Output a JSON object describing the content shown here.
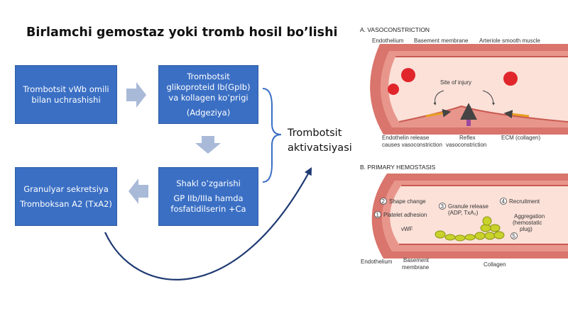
{
  "title": "Birlamchi gemostaz yoki tromb hosil bo’lishi",
  "boxes": {
    "b1": {
      "lines": [
        "Trombotsit vWb omili",
        "bilan uchrashishi"
      ]
    },
    "b2": {
      "lines": [
        "Trombotsit",
        "glikoproteid Ib(GpIb)",
        "va kollagen ko’prigi"
      ],
      "extra": "(Adgeziya)"
    },
    "b3": {
      "lines": [
        "Shakl o’zgarishi"
      ],
      "extra_lines": [
        "GP IIb/IIIa hamda",
        "fosfatidilserin +Ca"
      ]
    },
    "b4": {
      "lines": [
        "Granulyar sekretsiya"
      ],
      "extra": "Tromboksan A2 (TxA2)"
    }
  },
  "activation": [
    "Trombotsit",
    "aktivatsiyasi"
  ],
  "colors": {
    "box": "#3a6fc4",
    "arrow": "#a9b9d8",
    "curve": "#1f3a73",
    "vessel": "#d9756c",
    "lumen": "#fbe1d8",
    "platelet": "#c8d22a"
  },
  "figure": {
    "panel_a": {
      "heading": "A. VASOCONSTRICTION",
      "labels": {
        "endothelium": "Endothelium",
        "basement": "Basement membrane",
        "muscle": "Arteriole smooth muscle",
        "injury": "Site of injury",
        "endothelin_1": "Endothelin release",
        "endothelin_2": "causes vasoconstriction",
        "reflex_1": "Reflex",
        "reflex_2": "vasoconstriction",
        "ecm": "ECM (collagen)"
      }
    },
    "panel_b": {
      "heading": "B. PRIMARY HEMOSTASIS",
      "labels": {
        "shape_change": "Shape change",
        "granule_1": "Granule release",
        "granule_2": "(ADP, TxA₂)",
        "recruitment": "Recruitment",
        "adhesion": "Platelet adhesion",
        "vwf": "vWF",
        "aggregation_1": "Aggregation",
        "aggregation_2": "(hemostatic",
        "aggregation_3": "plug)",
        "endothelium": "Endothelium",
        "basement_1": "Basement",
        "basement_2": "membrane",
        "collagen": "Collagen",
        "n1": "1",
        "n2": "2",
        "n3": "3",
        "n4": "4",
        "n5": "5"
      }
    }
  }
}
